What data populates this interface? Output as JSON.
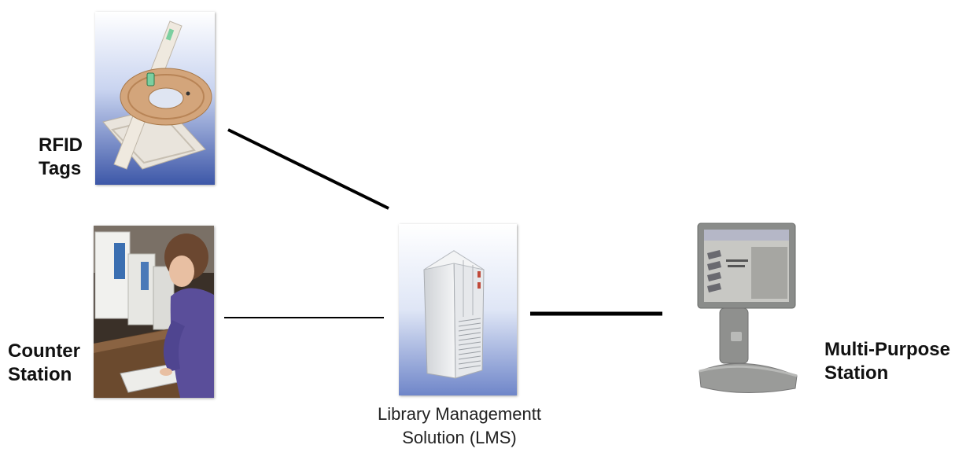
{
  "nodes": {
    "rfid_tags": {
      "line1": "RFID",
      "line2": "Tags"
    },
    "counter_station": {
      "line1": "Counter",
      "line2": "Station"
    },
    "lms": {
      "line1": "Library Managementt",
      "line2": "Solution (LMS)"
    },
    "multi_purpose_station": {
      "line1": "Multi-Purpose",
      "line2": "Station"
    }
  },
  "colors": {
    "connector": "#000000",
    "photo_backdrop_blue": "#6f86c9",
    "background": "#ffffff"
  },
  "icons": {
    "rfid_tags": "rfid-tag-photo",
    "counter_station": "counter-station-photo",
    "lms": "server-tower-photo",
    "multi_purpose_station": "kiosk-photo"
  }
}
